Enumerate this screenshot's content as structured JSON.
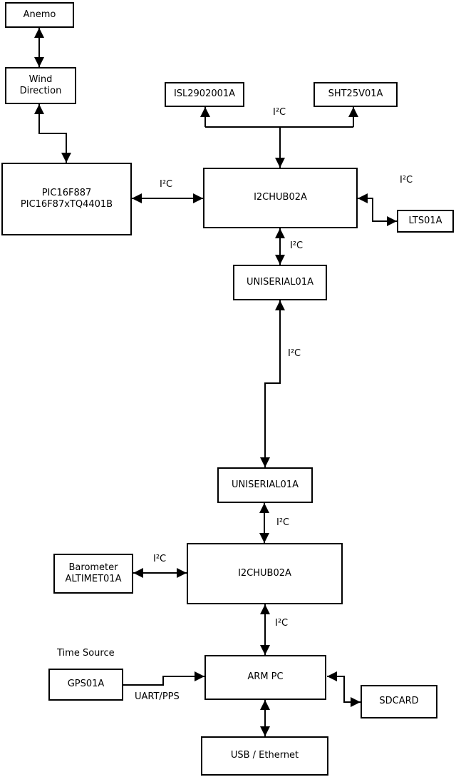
{
  "colors": {
    "background": "#ffffff",
    "line": "#000000",
    "text": "#000000"
  },
  "nodes": {
    "anemo": {
      "label": "Anemo"
    },
    "wind_direction": {
      "label": "Wind\nDirection"
    },
    "pic": {
      "label": "PIC16F887\nPIC16F87xTQ4401B"
    },
    "isl": {
      "label": "ISL2902001A"
    },
    "sht": {
      "label": "SHT25V01A"
    },
    "i2chub_top": {
      "label": "I2CHUB02A"
    },
    "lts": {
      "label": "LTS01A"
    },
    "uniserial_top": {
      "label": "UNISERIAL01A"
    },
    "uniserial_bottom": {
      "label": "UNISERIAL01A"
    },
    "barometer": {
      "label": "Barometer\nALTIMET01A"
    },
    "i2chub_bottom": {
      "label": "I2CHUB02A"
    },
    "arm_pc": {
      "label": "ARM PC"
    },
    "gps": {
      "label": "GPS01A"
    },
    "sdcard": {
      "label": "SDCARD"
    },
    "usb_ethernet": {
      "label": "USB / Ethernet"
    }
  },
  "edge_labels": {
    "isl_sht_i2c": "I²C",
    "pic_hub_i2c": "I²C",
    "hub_lts_i2c": "I²C",
    "hub_uniserial_i2c": "I²C",
    "uniserial_link_i2c": "I²C",
    "uniserial_hub2_i2c": "I²C",
    "barometer_hub2_i2c": "I²C",
    "hub2_armpc_i2c": "I²C",
    "time_source": "Time Source",
    "gps_armpc_uart": "UART/PPS"
  }
}
